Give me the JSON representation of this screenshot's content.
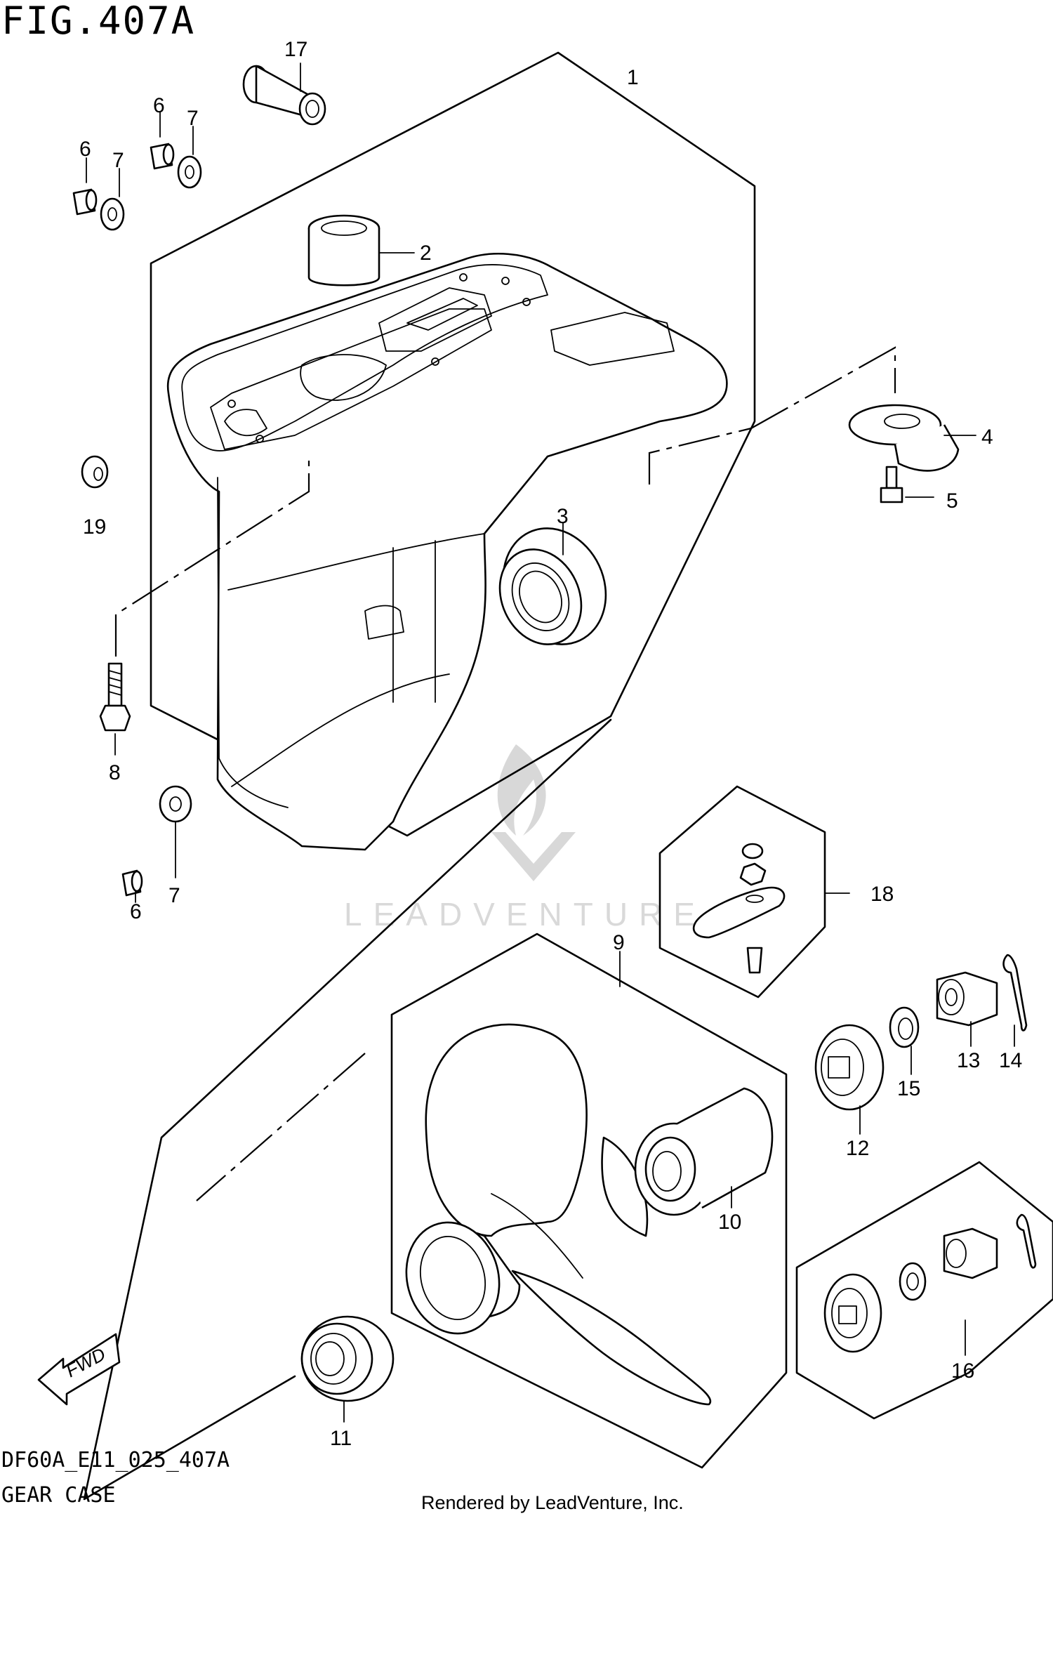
{
  "figure": {
    "title": "FIG.407A",
    "code": "DF60A_E11_025_407A",
    "name": "GEAR CASE",
    "rendered_by": "Rendered by LeadVenture, Inc.",
    "watermark": "LEADVENTURE",
    "direction_marker": "FWD"
  },
  "callouts": {
    "c1": "1",
    "c2": "2",
    "c3": "3",
    "c4": "4",
    "c5": "5",
    "c6a": "6",
    "c6b": "6",
    "c6c": "6",
    "c7a": "7",
    "c7b": "7",
    "c7c": "7",
    "c8": "8",
    "c9": "9",
    "c10": "10",
    "c11": "11",
    "c12": "12",
    "c13": "13",
    "c14": "14",
    "c15": "15",
    "c16": "16",
    "c17": "17",
    "c18": "18",
    "c19": "19"
  },
  "colors": {
    "ink": "#000000",
    "paper": "#ffffff",
    "watermark": "#d8d8d8"
  }
}
